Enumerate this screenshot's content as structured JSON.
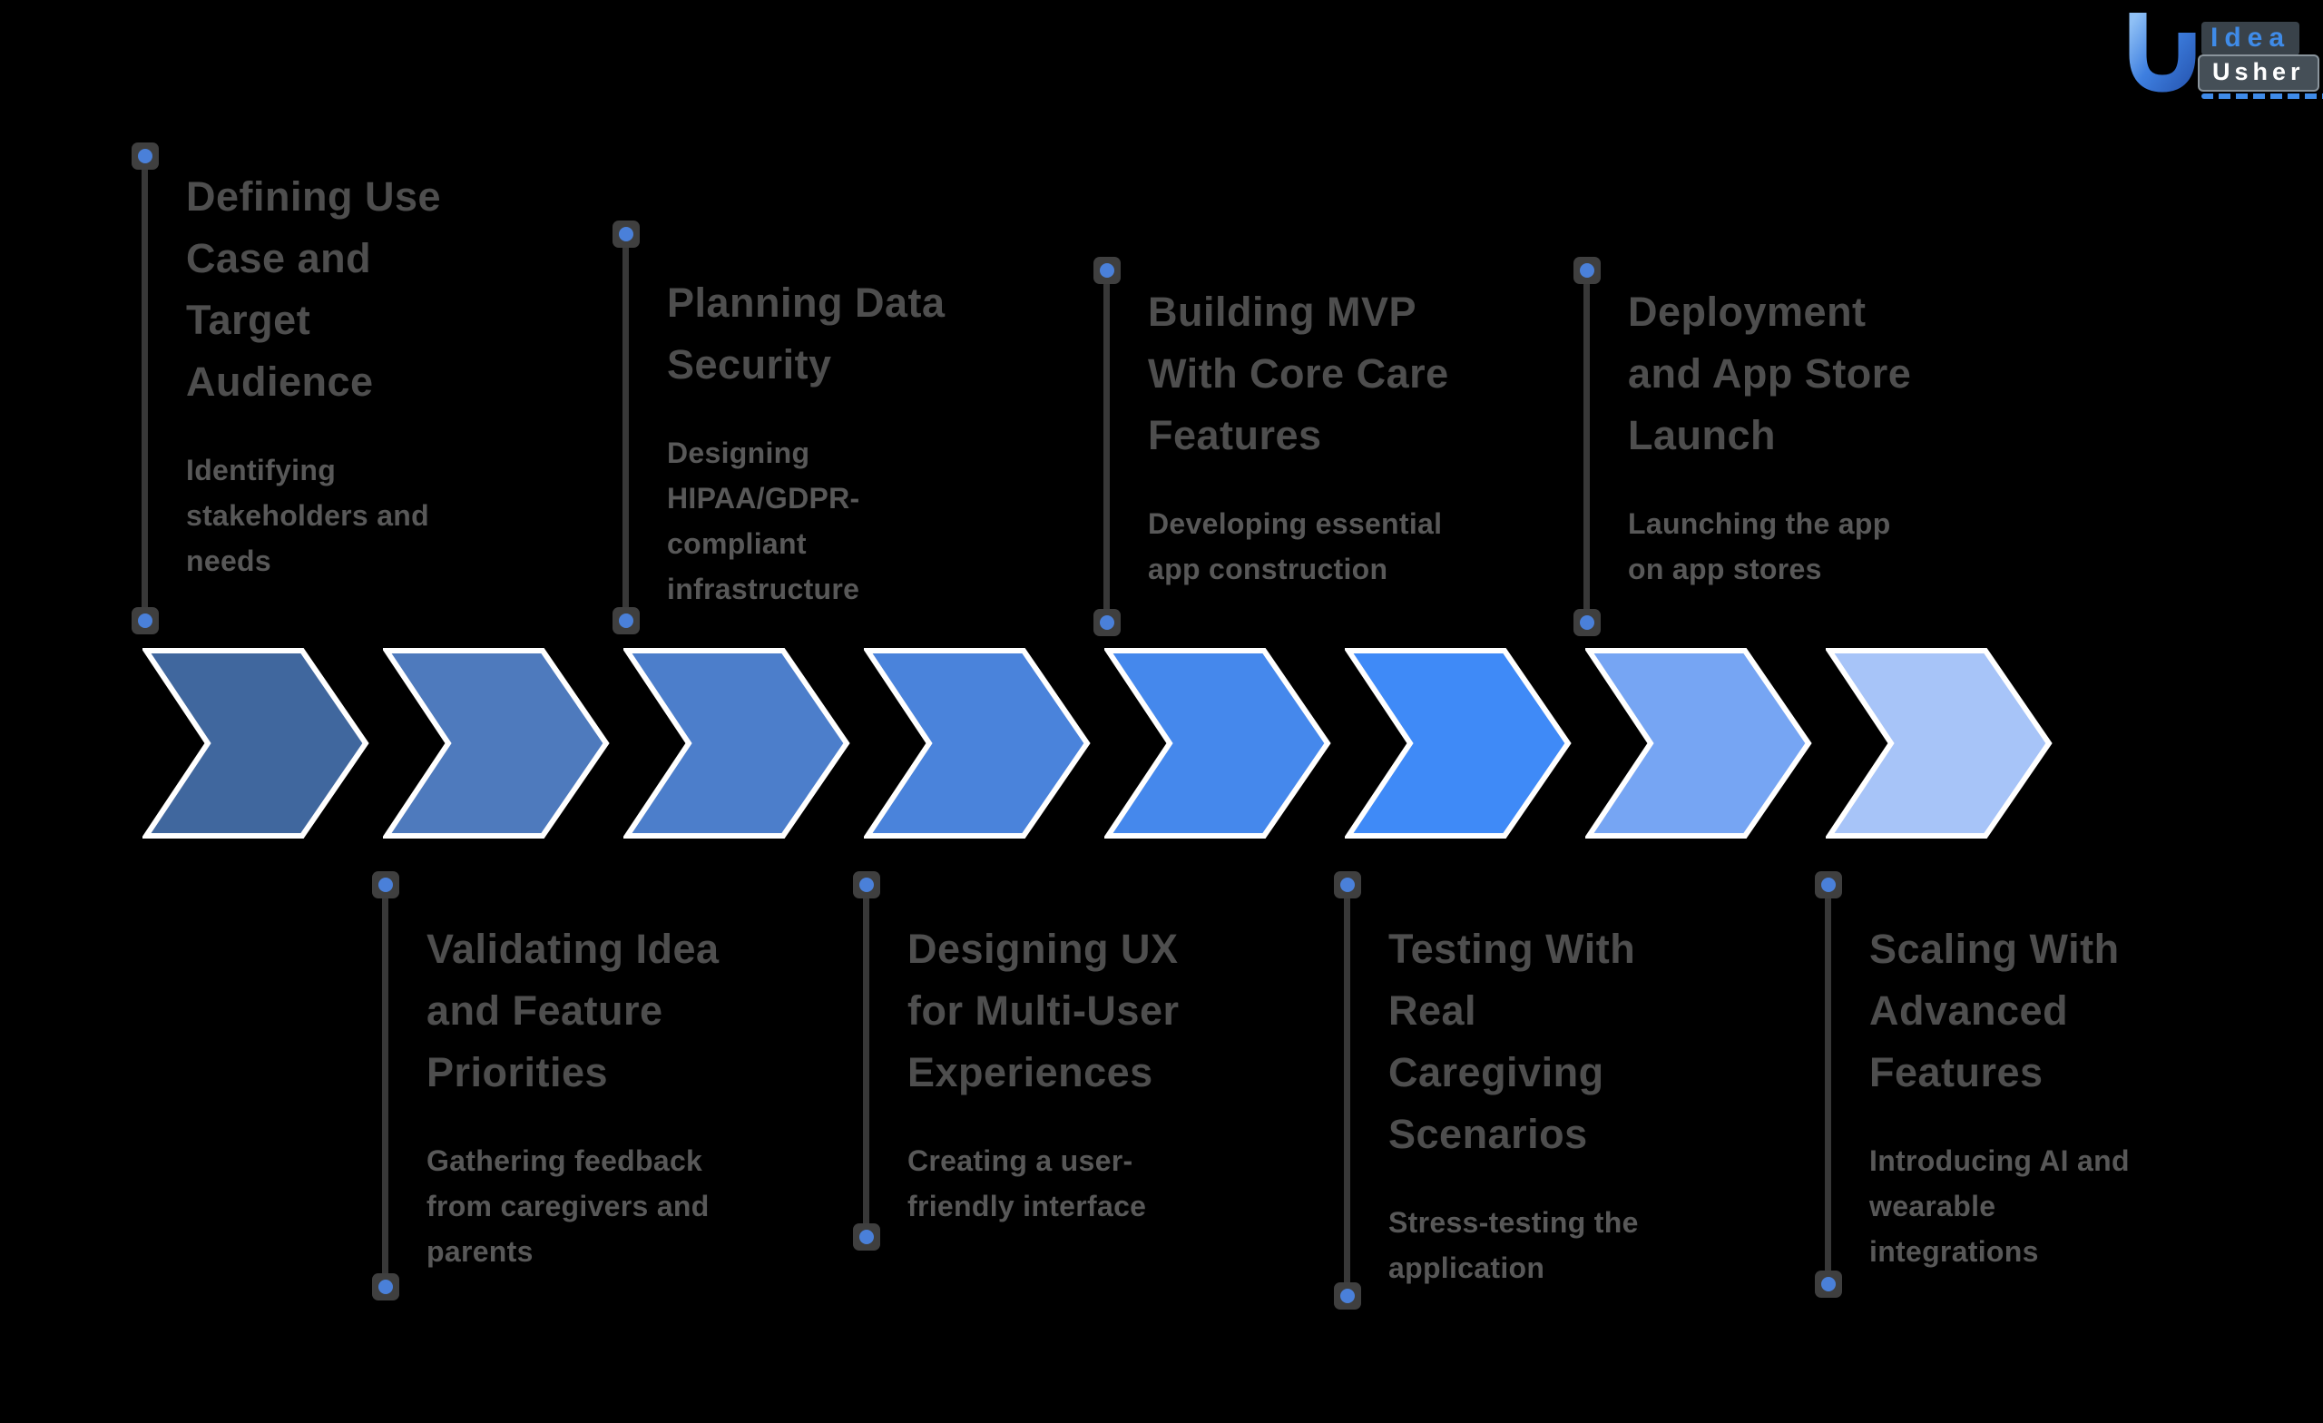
{
  "logo": {
    "idea": "Idea",
    "usher": "Usher"
  },
  "process": {
    "steps": [
      {
        "order": 1,
        "row": "top",
        "title": "Defining Use Case and Target Audience",
        "body": "Identifying stakeholders and needs",
        "chevron_color": "#40679E"
      },
      {
        "order": 2,
        "row": "bottom",
        "title": "Validating Idea and Feature Priorities",
        "body": "Gathering feedback from caregivers and parents",
        "chevron_color": "#4E7ABD"
      },
      {
        "order": 3,
        "row": "top",
        "title": "Planning Data Security",
        "body": "Designing HIPAA/GDPR-compliant infrastructure",
        "chevron_color": "#4C7ECB"
      },
      {
        "order": 4,
        "row": "bottom",
        "title": "Designing UX for Multi-User Experiences",
        "body": "Creating a user-friendly interface",
        "chevron_color": "#4A83DB"
      },
      {
        "order": 5,
        "row": "top",
        "title": "Building MVP With Core Care Features",
        "body": "Developing essential app construction",
        "chevron_color": "#4588EC"
      },
      {
        "order": 6,
        "row": "bottom",
        "title": "Testing With Real Caregiving Scenarios",
        "body": "Stress-testing the application",
        "chevron_color": "#3F8AF7"
      },
      {
        "order": 7,
        "row": "top",
        "title": "Deployment and App Store Launch",
        "body": "Launching the app on app stores",
        "chevron_color": "#76A5F3"
      },
      {
        "order": 8,
        "row": "bottom",
        "title": "Scaling With Advanced Features",
        "body": "Introducing AI and wearable integrations",
        "chevron_color": "#A7C4F8"
      }
    ]
  },
  "style": {
    "background": "#000000",
    "connector_line_color": "#383838",
    "connector_dot_color": "#4A80D9",
    "title_color": "#4E4E4E",
    "body_color": "#585858",
    "chevron_outline": "#FFFFFF",
    "logo_blue": "#3F8BE8"
  }
}
